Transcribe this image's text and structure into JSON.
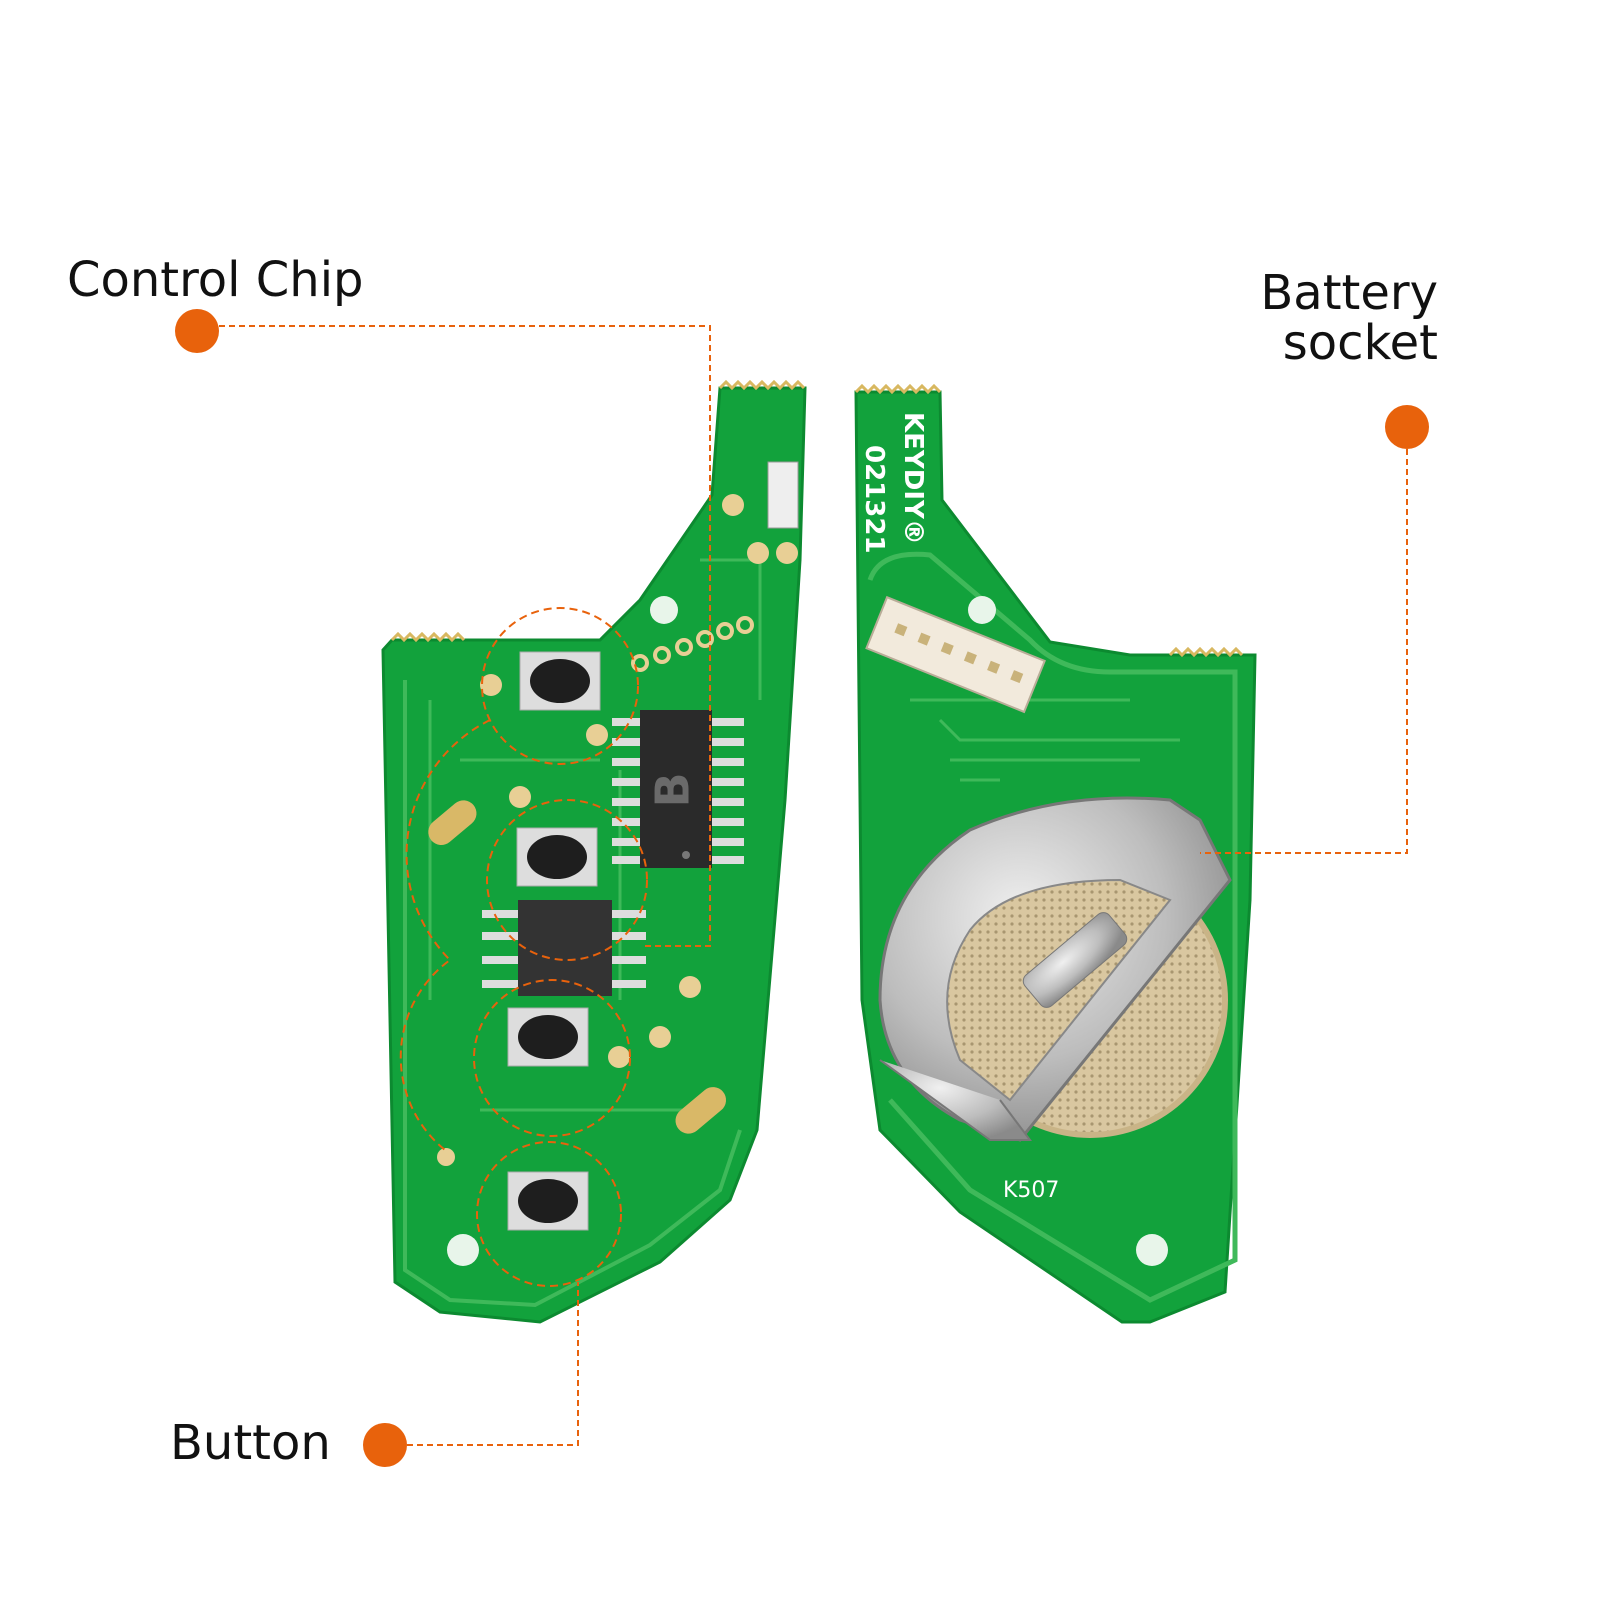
{
  "annotations": {
    "control_chip": "Control Chip",
    "battery_socket_line1": "Battery",
    "battery_socket_line2": "socket",
    "button": "Button"
  },
  "pcb_front": {
    "chip_marking": "B"
  },
  "pcb_back": {
    "brand": "KEYDIY®",
    "code": "021321",
    "model": "K507"
  },
  "colors": {
    "accent": "#e8620c",
    "pcb": "#12a23c",
    "pcb_trace": "#3fb95a",
    "pad": "#e8cf95",
    "metal": "#c4c4c4"
  }
}
